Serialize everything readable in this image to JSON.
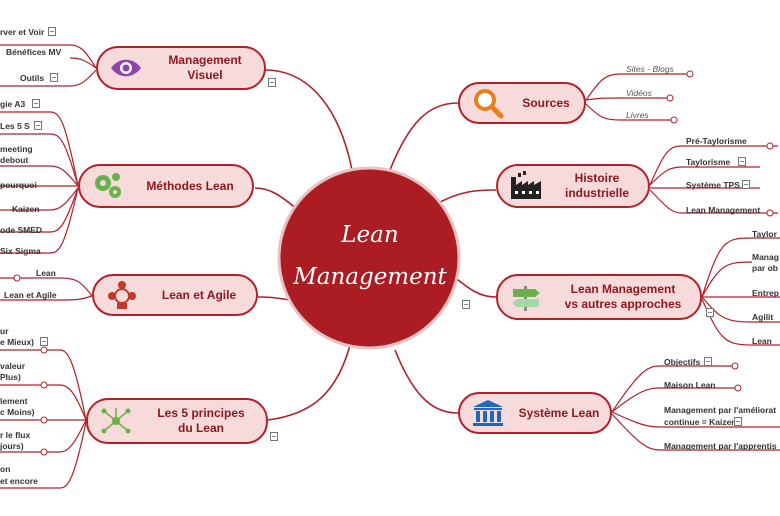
{
  "center": {
    "line1": "Lean",
    "line2": "Management"
  },
  "colors": {
    "accent": "#b3202a",
    "node_fill": "#f7dada",
    "text": "#8e1820"
  },
  "branches": {
    "management_visuel": {
      "line1": "Management",
      "line2": "Visuel",
      "icon": "eye-icon",
      "leaves": [
        "rver et Voir",
        "Bénéfices MV",
        "Outils"
      ]
    },
    "methodes_lean": {
      "label": "Méthodes Lean",
      "icon": "gears-icon",
      "leaves": [
        "gie A3",
        "Les 5 S",
        "meeting",
        "debout",
        "pourquoi",
        "Kaizen",
        "ode SMED",
        "Six Sigma"
      ]
    },
    "lean_et_agile": {
      "label": "Lean et Agile",
      "icon": "team-icon",
      "leaves": [
        "Lean",
        "Lean et Agile"
      ]
    },
    "cinq_principes": {
      "line1": "Les 5 principes",
      "line2": "du Lean",
      "icon": "network-icon",
      "leaves": [
        "ur",
        "e Mieux)",
        "valeur",
        "Plus)",
        "lement",
        "c Moins)",
        "r le flux",
        "jours)",
        "on",
        "et encore"
      ]
    },
    "sources": {
      "label": "Sources",
      "icon": "magnifier-icon",
      "leaves": [
        "Sites - Blogs",
        "Vidéos",
        "Livres"
      ]
    },
    "histoire": {
      "line1": "Histoire",
      "line2": "industrielle",
      "icon": "factory-icon",
      "leaves": [
        "Pré-Taylorisme",
        "Taylorisme",
        "Système TPS",
        "Lean Management"
      ]
    },
    "autres_approches": {
      "line1": "Lean Management",
      "line2": "vs autres approches",
      "icon": "signpost-icon",
      "leaves": [
        "Taylor",
        "Manag",
        "par ob",
        "Entrep",
        "Agilit",
        "Lean"
      ]
    },
    "systeme_lean": {
      "label": "Système Lean",
      "icon": "institution-icon",
      "leaves": [
        "Objectifs",
        "Maison Lean",
        "Management par l'améliorat",
        "continue =  Kaizen",
        "Management par l'apprentis"
      ]
    }
  }
}
